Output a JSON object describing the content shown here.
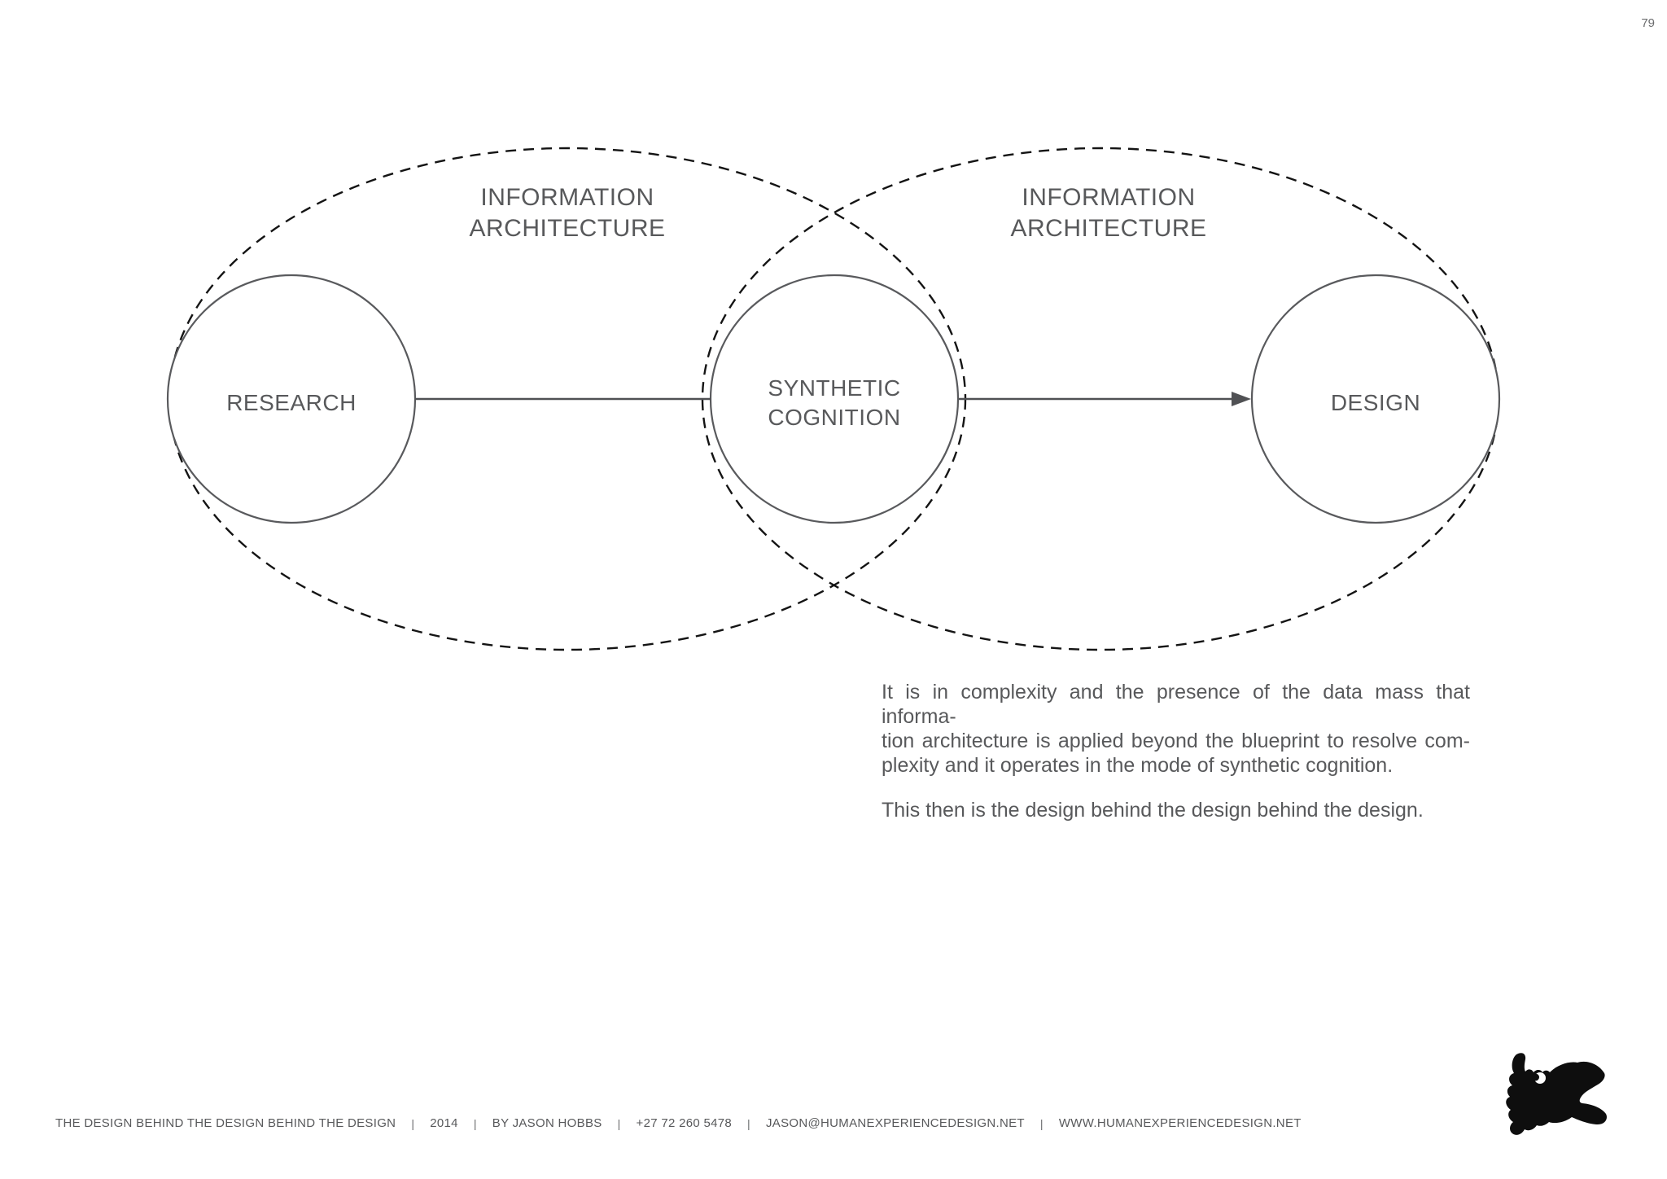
{
  "page": {
    "number": "79"
  },
  "diagram": {
    "ia_label_left": {
      "line1": "INFORMATION",
      "line2": "ARCHITECTURE"
    },
    "ia_label_right": {
      "line1": "INFORMATION",
      "line2": "ARCHITECTURE"
    },
    "node_research": {
      "label": "RESEARCH"
    },
    "node_synthetic_cognition": {
      "line1": "SYNTHETIC",
      "line2": "COGNITION"
    },
    "node_design": {
      "label": "DESIGN"
    }
  },
  "body": {
    "para1_lines": [
      "It is in complexity and the presence of the data mass that informa-",
      "tion architecture is applied beyond the blueprint to resolve com-",
      "plexity and it operates in the mode of synthetic cognition."
    ],
    "para2": "This then is the design behind the design behind the design."
  },
  "footer": {
    "separator": "|",
    "items": [
      "THE DESIGN BEHIND THE DESIGN BEHIND THE DESIGN",
      "2014",
      "BY JASON HOBBS",
      "+27 72 260 5478",
      "JASON@HUMANEXPERIENCEDESIGN.NET",
      "WWW.HUMANEXPERIENCEDESIGN.NET"
    ]
  },
  "icons": {
    "logo": "inkblot-logo"
  },
  "colors": {
    "text_gray": "#58595b",
    "circle_stroke": "#595a5d",
    "connector": "#505154",
    "dashed_ellipse": "#141414",
    "logo_black": "#0e0e0e",
    "background": "#ffffff"
  }
}
